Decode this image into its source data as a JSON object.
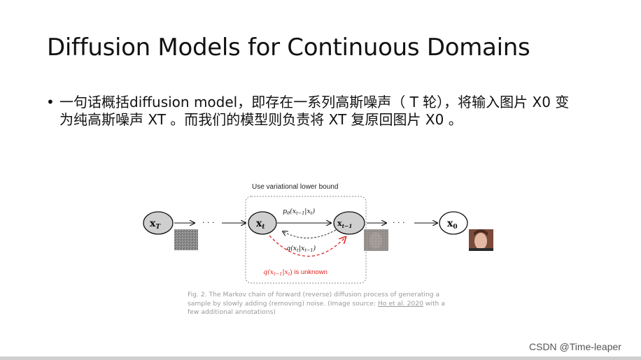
{
  "slide": {
    "title": "Diffusion Models for Continuous Domains",
    "bullet": "一句话概括diffusion model，即存在一系列高斯噪声（ T 轮），将输入图片 X0 变为纯高斯噪声 XT 。而我们的模型则负责将 XT 复原回图片 X0 。",
    "bullet_marker": "•"
  },
  "figure": {
    "box_label": "Use variational lower bound",
    "nodes": {
      "xT": "x",
      "xT_sub": "T",
      "xt": "x",
      "xt_sub": "t",
      "xt1": "x",
      "xt1_sub": "t−1",
      "x0": "x",
      "x0_sub": "0"
    },
    "ellipsis": "· · ·",
    "p_label": "p",
    "p_theta": "θ",
    "p_args": "(x",
    "p_args_sub1": "t−1",
    "p_args_mid": "|x",
    "p_args_sub2": "t",
    "p_args_end": ")",
    "q_label": "q(x",
    "q_sub1": "t",
    "q_mid": "|x",
    "q_sub2": "t−1",
    "q_end": ")",
    "unknown_q": "q(x",
    "unknown_sub1": "t−1",
    "unknown_mid": "|x",
    "unknown_sub2": "t",
    "unknown_end": ") is unknown",
    "colors": {
      "node_fill": "#cfcfcf",
      "red": "#e0241f",
      "box": "#888888"
    }
  },
  "caption": {
    "before": "Fig. 2. The Markov chain of forward (reverse) diffusion process of generating a sample by slowly adding (removing) noise. (Image source: ",
    "link": "Ho et al. 2020",
    "after": " with a few additional annotations)"
  },
  "watermark": "CSDN @Time-leaper"
}
